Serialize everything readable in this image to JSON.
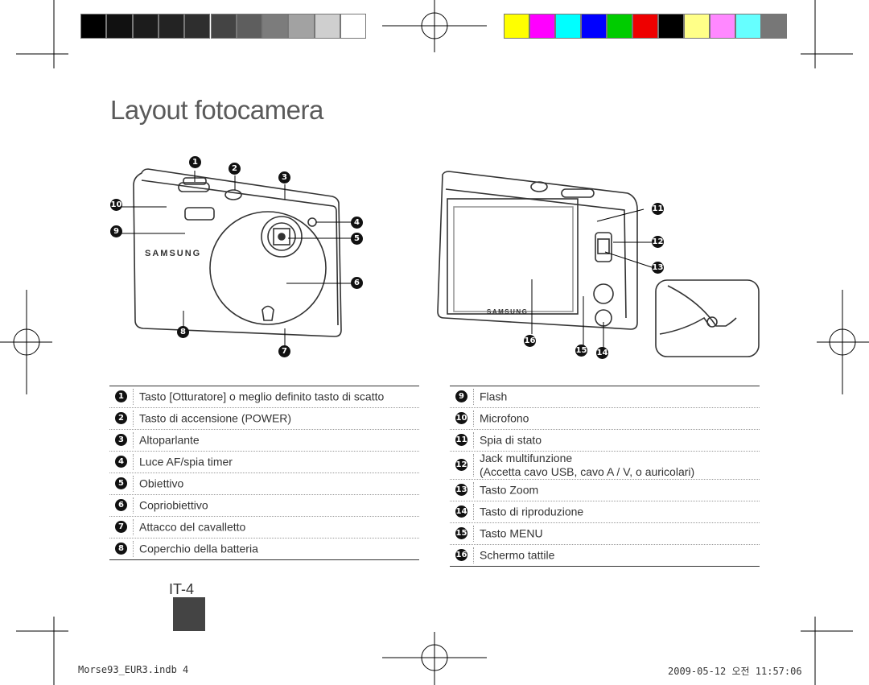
{
  "title": "Layout fotocamera",
  "page_number": "IT-4",
  "footer": {
    "file": "Morse93_EUR3.indb   4",
    "datetime": "2009-05-12   오전 11:57:06"
  },
  "brand": "SAMSUNG",
  "callouts": [
    "1",
    "2",
    "3",
    "4",
    "5",
    "6",
    "7",
    "8",
    "9",
    "10",
    "11",
    "12",
    "13",
    "14",
    "15",
    "16"
  ],
  "grayscale_bar": [
    "#000000",
    "#111111",
    "#1c1c1c",
    "#232323",
    "#2e2e2e",
    "#444444",
    "#5e5e5e",
    "#7c7c7c",
    "#a2a2a2",
    "#cfcfcf",
    "#ffffff"
  ],
  "color_bar": [
    "#ffff00",
    "#ff00ff",
    "#00ffff",
    "#0000ff",
    "#00cc00",
    "#ee0000",
    "#000000",
    "#ffff88",
    "#ff88ff",
    "#66ffff",
    "#777777"
  ],
  "legend_left": [
    {
      "n": "1",
      "text": "Tasto [Otturatore] o meglio definito tasto di scatto"
    },
    {
      "n": "2",
      "text": "Tasto di accensione (POWER)"
    },
    {
      "n": "3",
      "text": "Altoparlante"
    },
    {
      "n": "4",
      "text": "Luce AF/spia timer"
    },
    {
      "n": "5",
      "text": "Obiettivo"
    },
    {
      "n": "6",
      "text": "Copriobiettivo"
    },
    {
      "n": "7",
      "text": "Attacco del cavalletto"
    },
    {
      "n": "8",
      "text": "Coperchio della batteria"
    }
  ],
  "legend_right": [
    {
      "n": "9",
      "text": "Flash"
    },
    {
      "n": "10",
      "text": "Microfono"
    },
    {
      "n": "11",
      "text": "Spia di stato"
    },
    {
      "n": "12",
      "text": "Jack multifunzione",
      "text2": "(Accetta cavo USB, cavo A / V, o auricolari)"
    },
    {
      "n": "13",
      "text": "Tasto Zoom"
    },
    {
      "n": "14",
      "text": "Tasto di riproduzione"
    },
    {
      "n": "15",
      "text": "Tasto MENU"
    },
    {
      "n": "16",
      "text": "Schermo tattile"
    }
  ]
}
